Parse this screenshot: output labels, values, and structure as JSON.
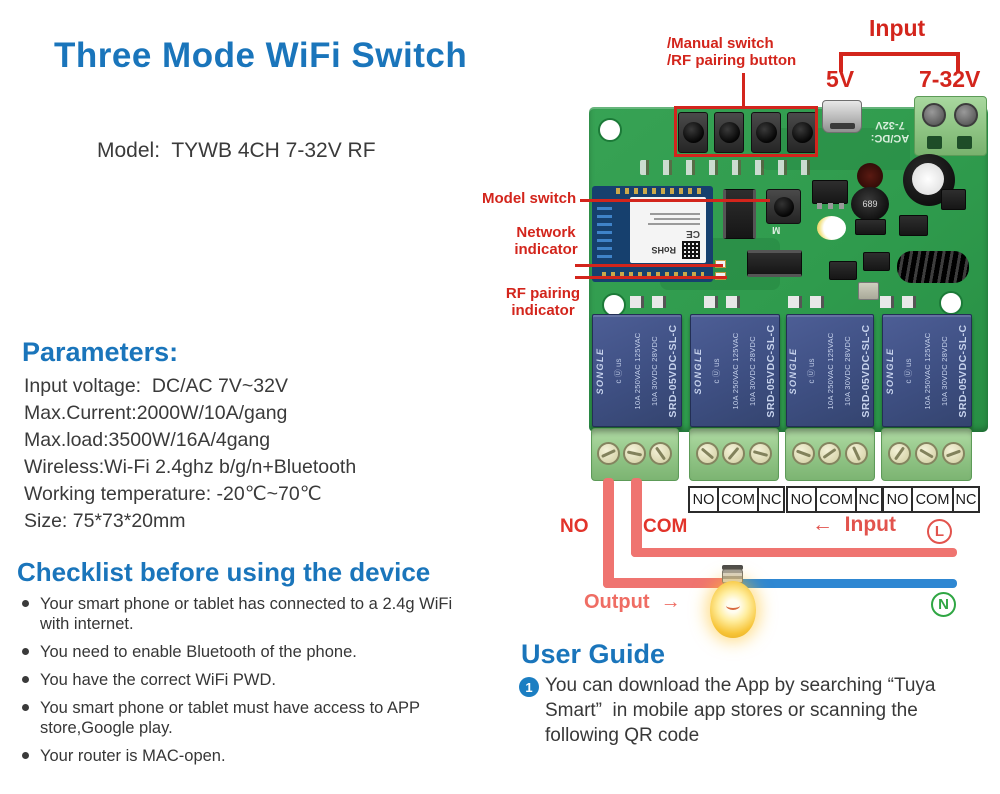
{
  "header": {
    "title": "Three Mode WiFi Switch",
    "model": "Model:  TYWB 4CH 7-32V RF"
  },
  "annotations": {
    "manual_line1": "/Manual switch",
    "manual_line2": "/RF pairing button",
    "input": "Input",
    "v5": "5V",
    "v732": "7-32V",
    "model_switch": "Model switch",
    "network_line1": "Network",
    "network_line2": "indicator",
    "rf_line1": "RF pairing",
    "rf_line2": "indicator"
  },
  "board": {
    "silkscreen_voltage": "7-32V",
    "silkscreen_acdc": "AC/DC:",
    "silkscreen_m": "M",
    "inductor": "689",
    "module": {
      "rohs": "RoHS",
      "ce": "CE"
    },
    "relay": {
      "brand": "SONGLE",
      "cert": "c Ⓤ us",
      "rating1": "10A 250VAC 125VAC",
      "rating2": "10A 30VDC 28VDC",
      "model": "SRD-05VDC-SL-C"
    }
  },
  "wiring": {
    "cells": [
      "NO",
      "COM",
      "NC"
    ],
    "no": "NO",
    "com": "COM",
    "input": "←  Input",
    "live": "L",
    "output": "Output  →",
    "neutral": "N"
  },
  "parameters": {
    "title": "Parameters:",
    "items": [
      "Input voltage:  DC/AC 7V~32V",
      "Max.Current:2000W/10A/gang",
      "Max.load:3500W/16A/4gang",
      "Wireless:Wi-Fi 2.4ghz b/g/n+Bluetooth",
      "Working temperature: -20℃~70℃",
      "Size: 75*73*20mm"
    ]
  },
  "checklist": {
    "title": "Checklist before using the device",
    "items": [
      "Your smart phone or tablet has connected to a 2.4g WiFi with internet.",
      "You need to enable Bluetooth of the phone.",
      "You have the correct WiFi PWD.",
      "You smart phone or tablet must have access to APP store,Google play.",
      "Your router is MAC-open."
    ]
  },
  "user_guide": {
    "title": "User Guide",
    "step_number": "1",
    "step_text": "You can download the App by searching “Tuya Smart”  in mobile app stores or scanning the following QR code"
  },
  "colors": {
    "heading_blue": "#1a75bb",
    "annotation_red": "#d3251c",
    "wire_red": "#ef7470",
    "wire_blue": "#2e87d2",
    "live_red": "#e2534d",
    "neutral_green": "#2fa643",
    "pcb_green": "#2f9b4d",
    "relay_blue": "#3e4f82",
    "terminal_green": "#97cb8e"
  }
}
